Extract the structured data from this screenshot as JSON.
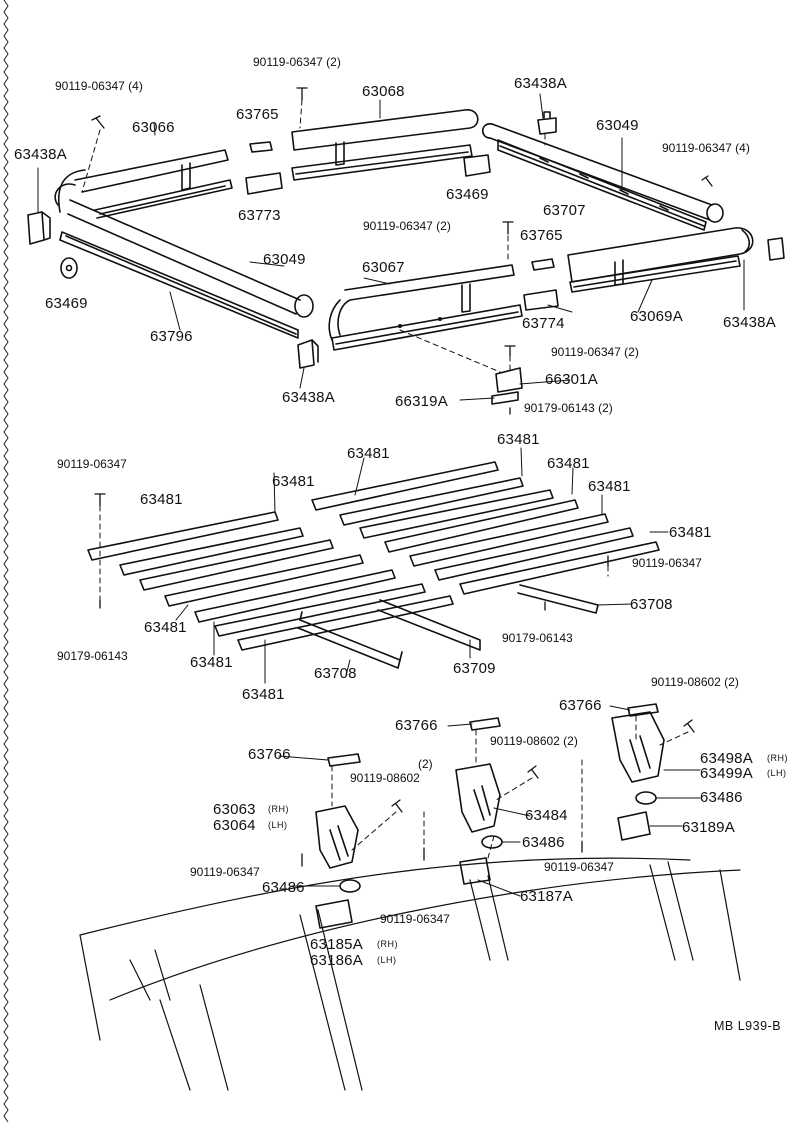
{
  "labels": {
    "b_90119_06347_2_top": "90119-06347 (2)",
    "b_90119_06347_4_left": "90119-06347 (4)",
    "b_90119_06347_4_right": "90119-06347 (4)",
    "b_90119_06347_2_mid": "90119-06347 (2)",
    "b_90119_06347_2_low": "90119-06347 (2)",
    "b_90179_06143_2": "90179-06143 (2)",
    "b_90119_06347_a": "90119-06347",
    "b_90119_06347_b": "90119-06347",
    "b_90179_06143_a": "90179-06143",
    "b_90179_06143_b": "90179-06143",
    "b_90119_08602_2_a": "90119-08602 (2)",
    "b_90119_08602_2_b": "90119-08602 (2)",
    "b_90119_08602_c_qty": "(2)",
    "b_90119_08602_c": "90119-08602",
    "b_90119_06347_c": "90119-06347",
    "b_90119_06347_d": "90119-06347",
    "b_90119_06347_e": "90119-06347",
    "p63438A_a": "63438A",
    "p63438A_b": "63438A",
    "p63438A_c": "63438A",
    "p63438A_d": "63438A",
    "p63066": "63066",
    "p63765_a": "63765",
    "p63765_b": "63765",
    "p63068": "63068",
    "p63049_a": "63049",
    "p63049_b": "63049",
    "p63773": "63773",
    "p63469_a": "63469",
    "p63469_b": "63469",
    "p63707": "63707",
    "p63067": "63067",
    "p63796": "63796",
    "p63774": "63774",
    "p63069A": "63069A",
    "p66301A": "66301A",
    "p66319A": "66319A",
    "p63481_1": "63481",
    "p63481_2": "63481",
    "p63481_3": "63481",
    "p63481_4": "63481",
    "p63481_5": "63481",
    "p63481_6": "63481",
    "p63481_7": "63481",
    "p63481_8": "63481",
    "p63481_9": "63481",
    "p63481_10": "63481",
    "p63708_a": "63708",
    "p63708_b": "63708",
    "p63709": "63709",
    "p63766_a": "63766",
    "p63766_b": "63766",
    "p63766_c": "63766",
    "p63063": "63063",
    "p63063_side": "(RH)",
    "p63064": "63064",
    "p63064_side": "(LH)",
    "p63484": "63484",
    "p63486_a": "63486",
    "p63486_b": "63486",
    "p63486_c": "63486",
    "p63187A": "63187A",
    "p63189A": "63189A",
    "p63498A": "63498A",
    "p63498A_side": "(RH)",
    "p63499A": "63499A",
    "p63499A_side": "(LH)",
    "p63185A": "63185A",
    "p63185A_side": "(RH)",
    "p63186A": "63186A",
    "p63186A_side": "(LH)",
    "code": "MB  L939-B"
  }
}
